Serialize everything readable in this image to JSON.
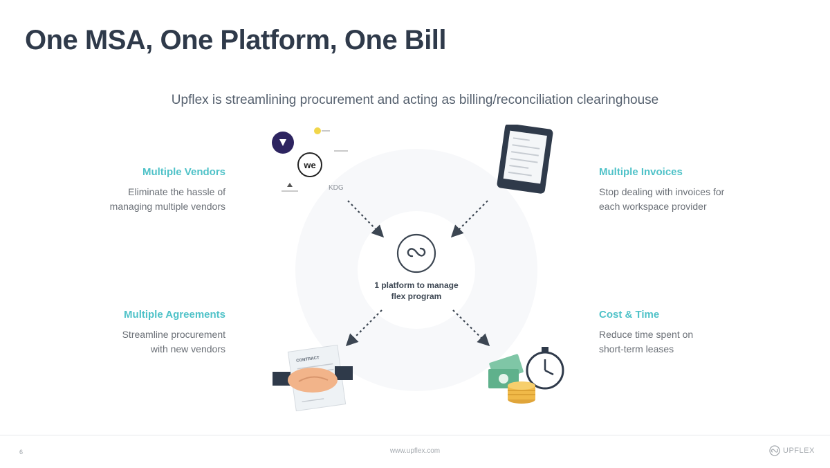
{
  "title": "One MSA, One Platform, One Bill",
  "subtitle": "Upflex is streamlining procurement and acting as billing/reconciliation clearinghouse",
  "hub": {
    "line1": "1 platform to manage",
    "line2": "flex program",
    "icon": "upflex-infinity-logo-icon"
  },
  "blocks": {
    "vendors": {
      "heading": "Multiple Vendors",
      "line1": "Eliminate the hassle of",
      "line2": "managing multiple vendors"
    },
    "invoices": {
      "heading": "Multiple Invoices",
      "line1": "Stop dealing with invoices for",
      "line2": "each workspace provider"
    },
    "agreements": {
      "heading": "Multiple Agreements",
      "line1": "Streamline procurement",
      "line2": "with new vendors"
    },
    "cost": {
      "heading": "Cost & Time",
      "line1": "Reduce time spent on",
      "line2": "short-term leases"
    }
  },
  "illustrations": {
    "vendors": {
      "wework": "we",
      "kdg": "KDG"
    },
    "contract": "CONTRACT"
  },
  "footer": {
    "page": "6",
    "url": "www.upflex.com",
    "brand": "UPFLEX"
  },
  "colors": {
    "accent": "#4fc2c8",
    "title": "#2f3a4a",
    "body": "#6a6f76"
  }
}
